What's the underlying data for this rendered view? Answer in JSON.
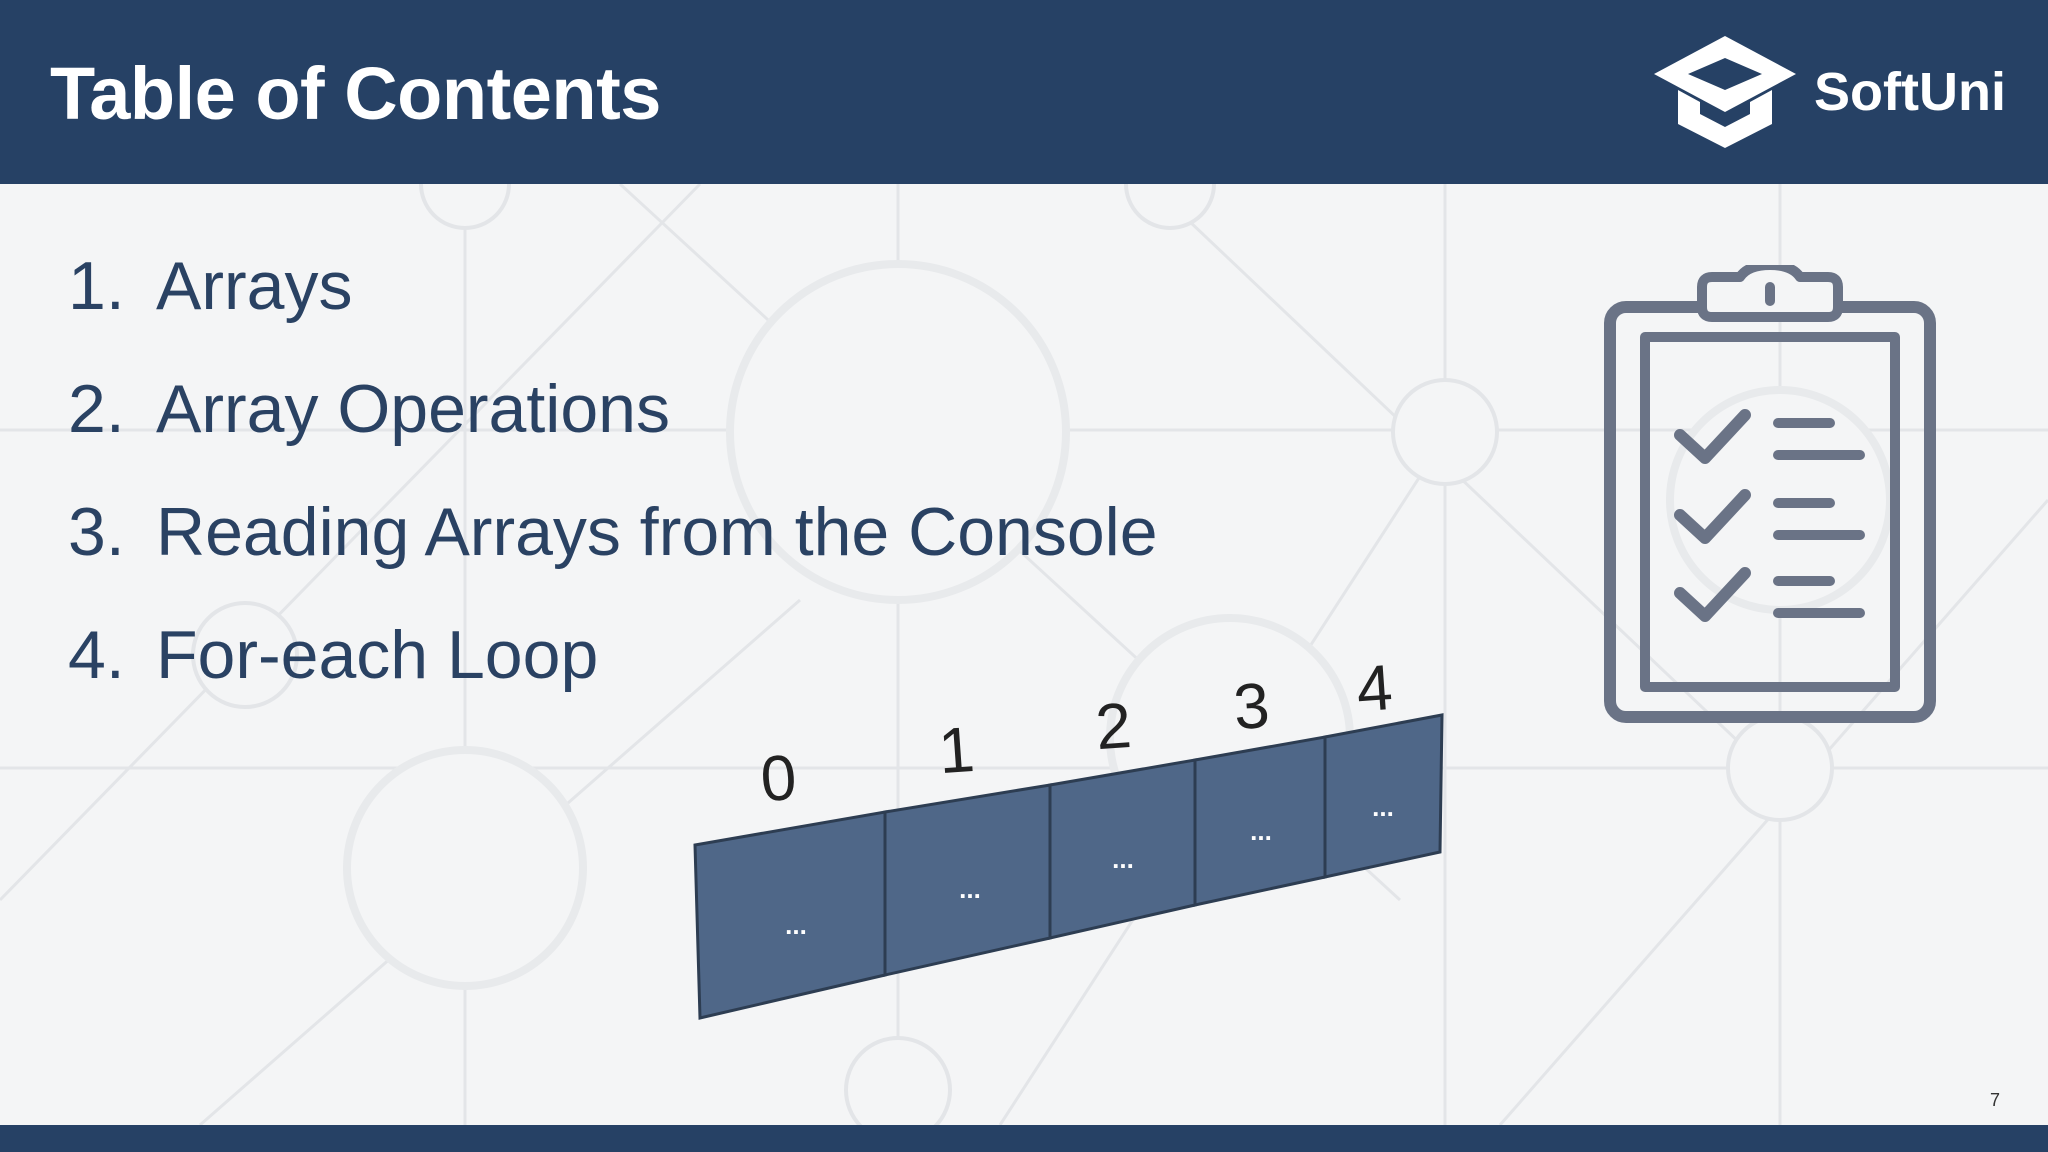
{
  "slide": {
    "title": "Table of Contents",
    "slide_number": "7"
  },
  "logo": {
    "text": "SoftUni"
  },
  "toc": {
    "items": [
      {
        "num": "1.",
        "label": "Arrays"
      },
      {
        "num": "2.",
        "label": "Array Operations"
      },
      {
        "num": "3.",
        "label": "Reading Arrays from the Console"
      },
      {
        "num": "4.",
        "label": "For-each Loop"
      }
    ]
  },
  "array_figure": {
    "indices": [
      "0",
      "1",
      "2",
      "3",
      "4"
    ],
    "cells": [
      "...",
      "...",
      "...",
      "...",
      "..."
    ]
  },
  "colors": {
    "header_bg": "#264165",
    "text": "#2a4263",
    "array_cell": "#4f6788",
    "clipboard": "#6a7386"
  },
  "icons": {
    "logo_icon": "graduation-cap-icon",
    "clipboard_icon": "clipboard-checklist-icon"
  }
}
